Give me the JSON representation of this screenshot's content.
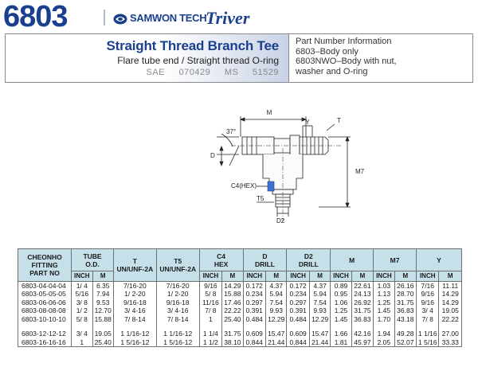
{
  "header": {
    "model": "6803",
    "brand": "SAMWON TECH",
    "brand_secondary": "Triver",
    "title": "Straight Thread Branch Tee",
    "subtitle": "Flare tube end / Straight thread O-ring",
    "std_sae": "SAE 070429",
    "std_ms": "MS 51529",
    "pn_info": [
      "Part Number Information",
      "6803–Body only",
      "6803NWO–Body with nut,",
      "washer and O-ring"
    ]
  },
  "drawing": {
    "label_m": "M",
    "label_y": "Y",
    "label_t": "T",
    "label_angle": "37°",
    "label_d": "D",
    "label_m7": "M7",
    "label_c4": "C4(HEX)",
    "label_t5": "T5",
    "label_d2": "D2"
  },
  "table": {
    "headers": {
      "part_no": [
        "CHEONHO",
        "FITTING",
        "PART NO"
      ],
      "tube_od": [
        "TUBE",
        "O.D."
      ],
      "t": [
        "T",
        "UN/UNF-2A"
      ],
      "t5": [
        "T5",
        "UN/UNF-2A"
      ],
      "c4": [
        "C4",
        "HEX"
      ],
      "d": [
        "D",
        "DRILL"
      ],
      "d2": [
        "D2",
        "DRILL"
      ],
      "m": "M",
      "m7": "M7",
      "y": "Y"
    },
    "units": {
      "inch": "INCH",
      "mm": "M"
    },
    "rows": [
      [
        "6803-04-04-04",
        "1/  4",
        "6.35",
        "7/16-20",
        "7/16-20",
        "9/16",
        "14.29",
        "0.172",
        "4.37",
        "0.172",
        "4.37",
        "0.89",
        "22.61",
        "1.03",
        "26.16",
        "7/16",
        "11.11"
      ],
      [
        "6803-05-05-05",
        "5/16",
        "7.94",
        "1/  2-20",
        "1/  2-20",
        "5/  8",
        "15.88",
        "0.234",
        "5.94",
        "0.234",
        "5.94",
        "0.95",
        "24.13",
        "1.13",
        "28.70",
        "9/16",
        "14.29"
      ],
      [
        "6803-06-06-06",
        "3/  8",
        "9.53",
        "9/16-18",
        "9/16-18",
        "11/16",
        "17.46",
        "0.297",
        "7.54",
        "0.297",
        "7.54",
        "1.06",
        "26.92",
        "1.25",
        "31.75",
        "9/16",
        "14.29"
      ],
      [
        "6803-08-08-08",
        "1/  2",
        "12.70",
        "3/  4-16",
        "3/  4-16",
        "7/  8",
        "22.22",
        "0.391",
        "9.93",
        "0.391",
        "9.93",
        "1.25",
        "31.75",
        "1.45",
        "36.83",
        "3/  4",
        "19.05"
      ],
      [
        "6803-10-10-10",
        "5/  8",
        "15.88",
        "7/  8-14",
        "7/  8-14",
        "1",
        "25.40",
        "0.484",
        "12.29",
        "0.484",
        "12.29",
        "1.45",
        "36.83",
        "1.70",
        "43.18",
        "7/  8",
        "22.22"
      ],
      [
        "6803-12-12-12",
        "3/  4",
        "19.05",
        "1  1/16-12",
        "1  1/16-12",
        "1  1/4",
        "31.75",
        "0.609",
        "15.47",
        "0.609",
        "15.47",
        "1.66",
        "42.16",
        "1.94",
        "49.28",
        "1  1/16",
        "27.00"
      ],
      [
        "6803-16-16-16",
        "1",
        "25.40",
        "1  5/16-12",
        "1  5/16-12",
        "1  1/2",
        "38.10",
        "0.844",
        "21.44",
        "0.844",
        "21.44",
        "1.81",
        "45.97",
        "2.05",
        "52.07",
        "1  5/16",
        "33.33"
      ]
    ]
  },
  "colors": {
    "brand_blue": "#1b3f8f",
    "header_cell": "#c6e0ea",
    "hex_blue": "#3f6fd0"
  }
}
